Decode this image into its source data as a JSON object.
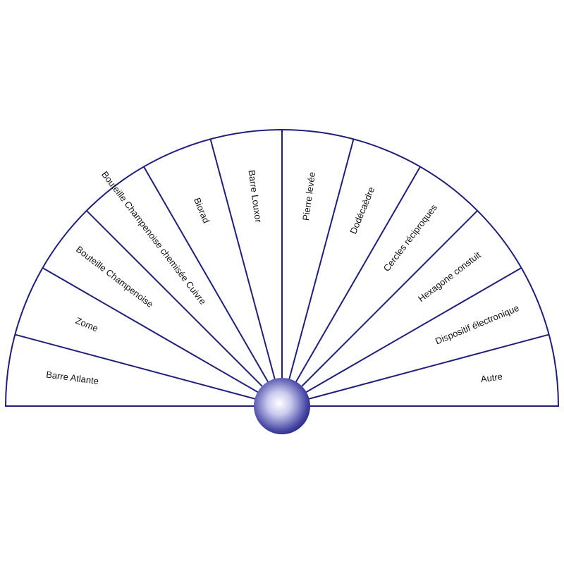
{
  "chart": {
    "sectors": [
      {
        "label": "Barre Atlante"
      },
      {
        "label": "Zome"
      },
      {
        "label": "Bouteille Champenoise"
      },
      {
        "label": "Bouteille Champenoise chemisée Cuivre"
      },
      {
        "label": "Biorad"
      },
      {
        "label": "Barre Louxor"
      },
      {
        "label": "Pierre levée"
      },
      {
        "label": "Dodécaèdre"
      },
      {
        "label": "Cercles réciproques"
      },
      {
        "label": "Hexagone constuit"
      },
      {
        "label": "Dispositif électronique"
      },
      {
        "label": "Autre"
      }
    ],
    "colors": {
      "line": "#1f1f7a",
      "hub_highlight": "#ffffff",
      "hub_shade": "#22227a",
      "text": "#111111"
    }
  }
}
